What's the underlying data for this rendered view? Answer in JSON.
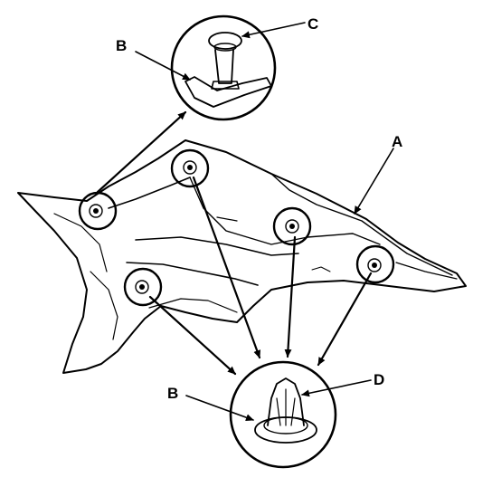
{
  "callouts": {
    "a": "A",
    "b_top": "B",
    "c": "C",
    "b_bottom": "B",
    "d": "D"
  },
  "colors": {
    "ink": "#000000",
    "panel_fill": "#d9d9d9",
    "panel_shade": "#c4c4c4",
    "background": "#ffffff"
  },
  "icons": [
    "trim-panel-illustration",
    "clip-detail-upper",
    "clip-detail-lower",
    "arrow-icon"
  ]
}
